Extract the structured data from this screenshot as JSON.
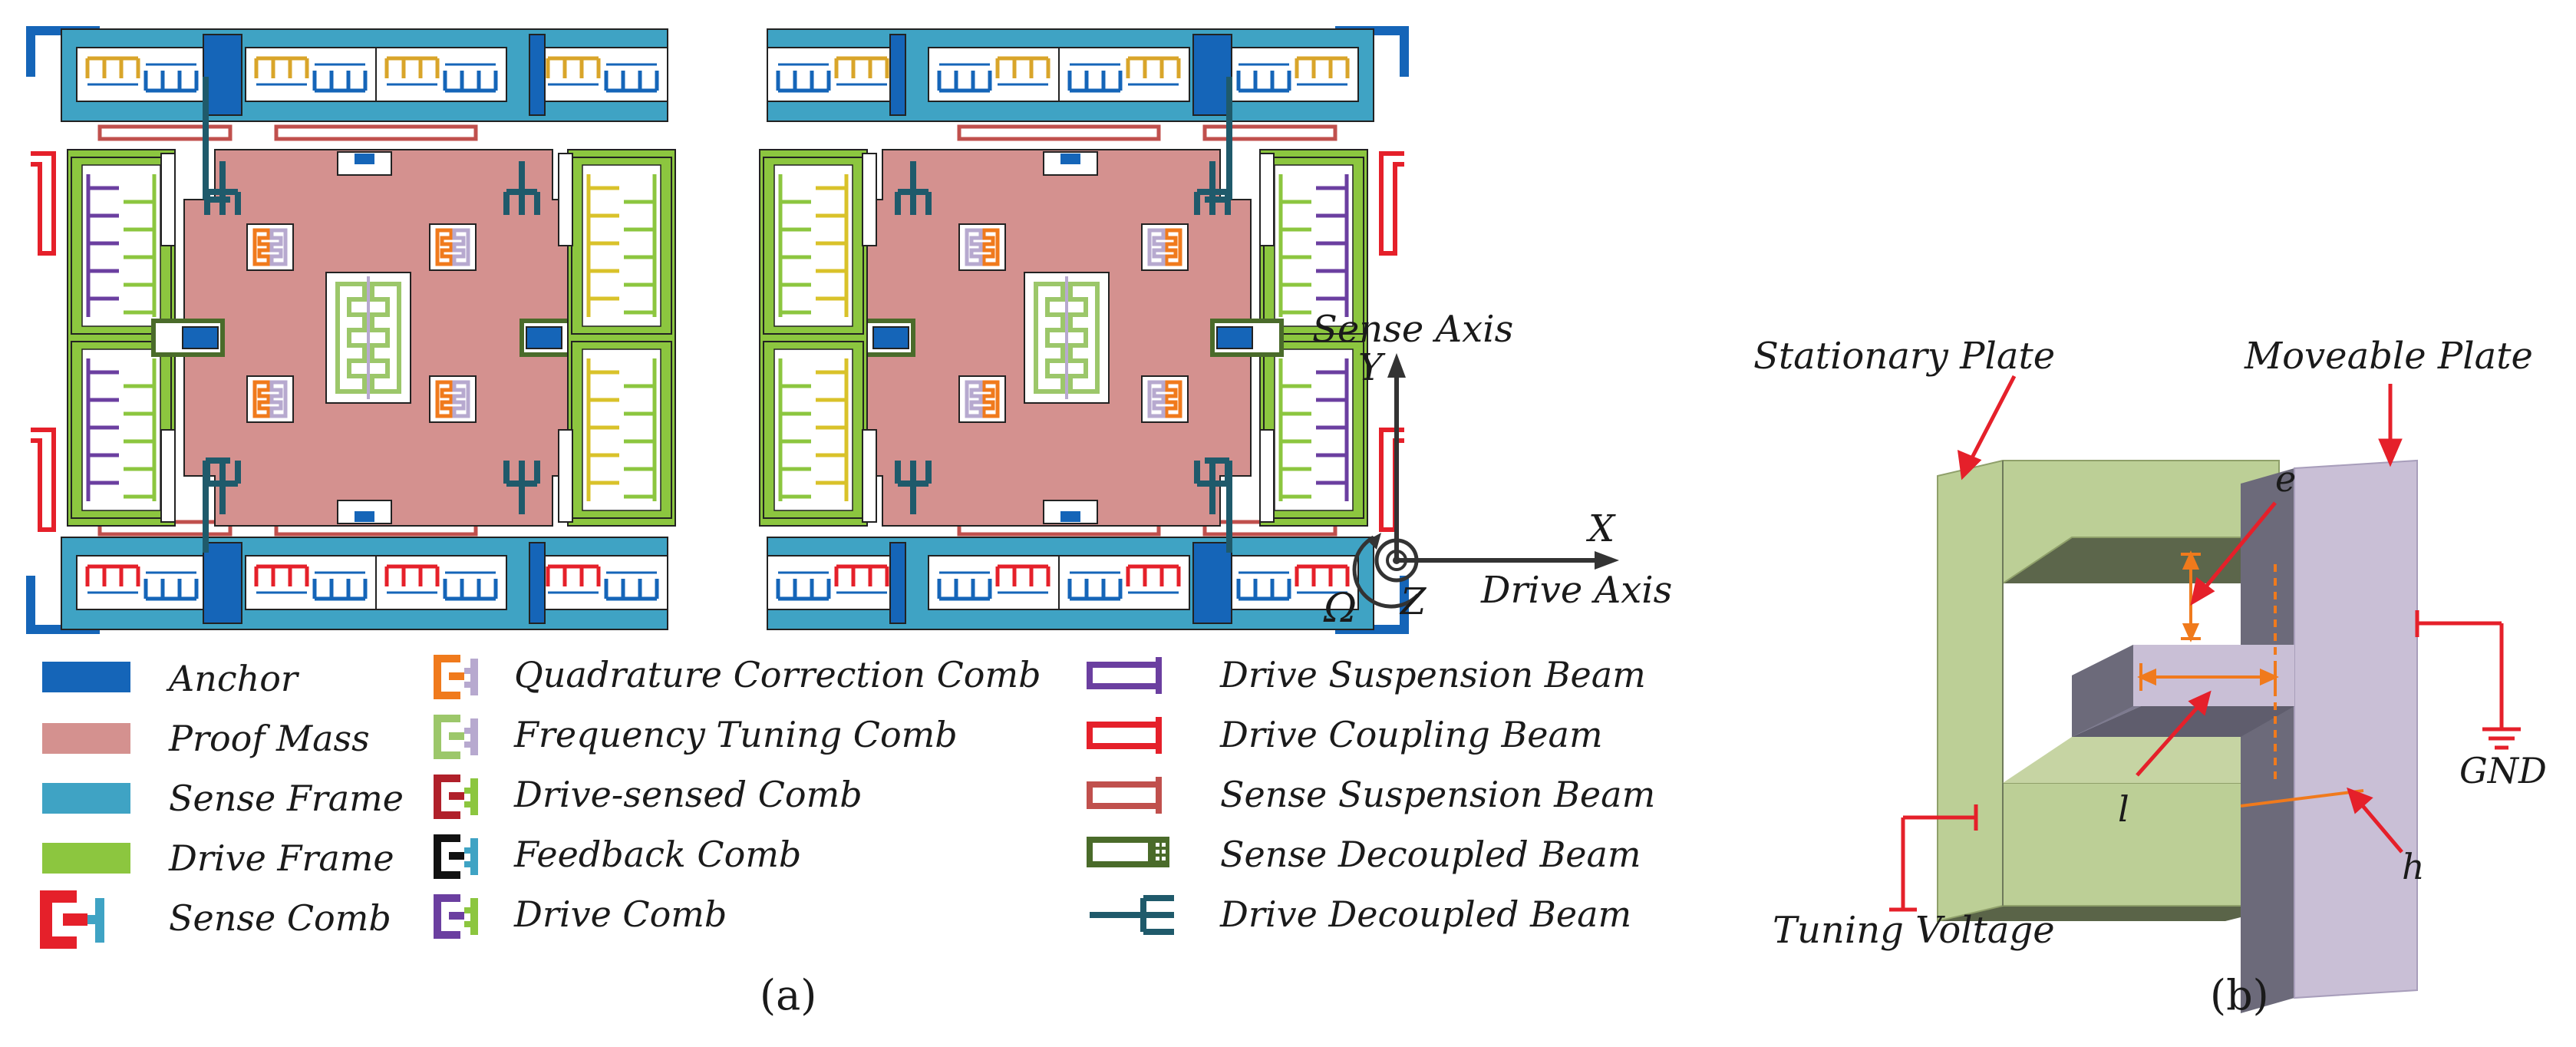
{
  "panel_a": {
    "caption": "(a)",
    "axes": {
      "sense_axis": "Sense Axis",
      "drive_axis": "Drive Axis",
      "x": "X",
      "y": "Y",
      "z": "Z",
      "omega": "Ω"
    },
    "legend": [
      {
        "label": "Anchor",
        "icon": "anchor-swatch",
        "color": "#1565b8"
      },
      {
        "label": "Proof Mass",
        "icon": "proof-mass-swatch",
        "color": "#d4918f"
      },
      {
        "label": "Sense Frame",
        "icon": "sense-frame-swatch",
        "color": "#3fa3c4"
      },
      {
        "label": "Drive Frame",
        "icon": "drive-frame-swatch",
        "color": "#8cc63f"
      },
      {
        "label": "Sense  Comb",
        "icon": "sense-comb-glyph",
        "color": "#e5202a"
      },
      {
        "label": "Quadrature Correction Comb",
        "icon": "quadrature-comb-glyph",
        "color": "#f07a1c"
      },
      {
        "label": "Frequency Tuning Comb",
        "icon": "frequency-tuning-comb-glyph",
        "color": "#9cc76a"
      },
      {
        "label": "Drive-sensed Comb",
        "icon": "drive-sensed-comb-glyph",
        "color": "#b0202a"
      },
      {
        "label": "Feedback Comb",
        "icon": "feedback-comb-glyph",
        "color": "#111111"
      },
      {
        "label": "Drive  Comb",
        "icon": "drive-comb-glyph",
        "color": "#6b3fa0"
      },
      {
        "label": "Drive Suspension Beam",
        "icon": "drive-suspension-beam-glyph",
        "color": "#6b3fa0"
      },
      {
        "label": "Drive Coupling  Beam",
        "icon": "drive-coupling-beam-glyph",
        "color": "#e5202a"
      },
      {
        "label": "Sense Suspension Beam",
        "icon": "sense-suspension-beam-glyph",
        "color": "#c0504d"
      },
      {
        "label": "Sense Decoupled Beam",
        "icon": "sense-decoupled-beam-glyph",
        "color": "#4a6b2a"
      },
      {
        "label": "Drive Decoupled Beam",
        "icon": "drive-decoupled-beam-glyph",
        "color": "#1f5a6b"
      }
    ]
  },
  "panel_b": {
    "caption": "(b)",
    "labels": {
      "stationary_plate": "Stationary Plate",
      "moveable_plate": "Moveable Plate",
      "gnd": "GND",
      "tuning_voltage": "Tuning Voltage",
      "e": "e",
      "l": "l",
      "h": "h"
    },
    "colors": {
      "stationary_front": "#bccf96",
      "stationary_side": "#6e7a5a",
      "moveable_front": "#c9bfd6",
      "moveable_side": "#6c6a7a",
      "annotation": "#e5202a",
      "dimension": "#f07a1c"
    }
  }
}
